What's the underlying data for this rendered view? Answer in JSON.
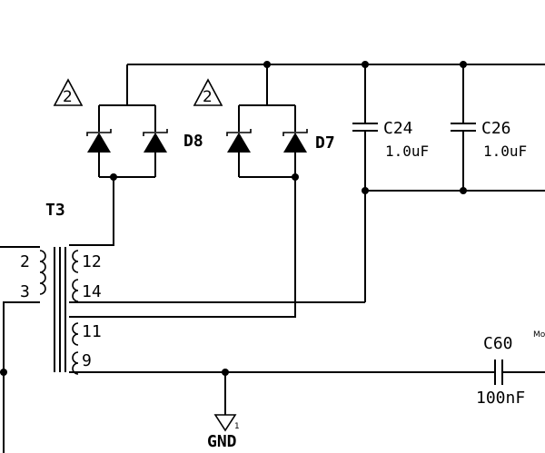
{
  "components": {
    "transformer": {
      "ref": "T3",
      "pins_primary": [
        "2",
        "3"
      ],
      "pins_secondary": [
        "12",
        "14",
        "11",
        "9"
      ]
    },
    "diodes": [
      {
        "ref": "D8",
        "note_marker": "2"
      },
      {
        "ref": "D7",
        "note_marker": "2"
      }
    ],
    "capacitors": [
      {
        "ref": "C24",
        "value": "1.0uF"
      },
      {
        "ref": "C26",
        "value": "1.0uF"
      },
      {
        "ref": "C60",
        "value": "100nF"
      }
    ],
    "ground": {
      "label": "GND",
      "pin": "1"
    },
    "clipped_text": "Mo"
  }
}
